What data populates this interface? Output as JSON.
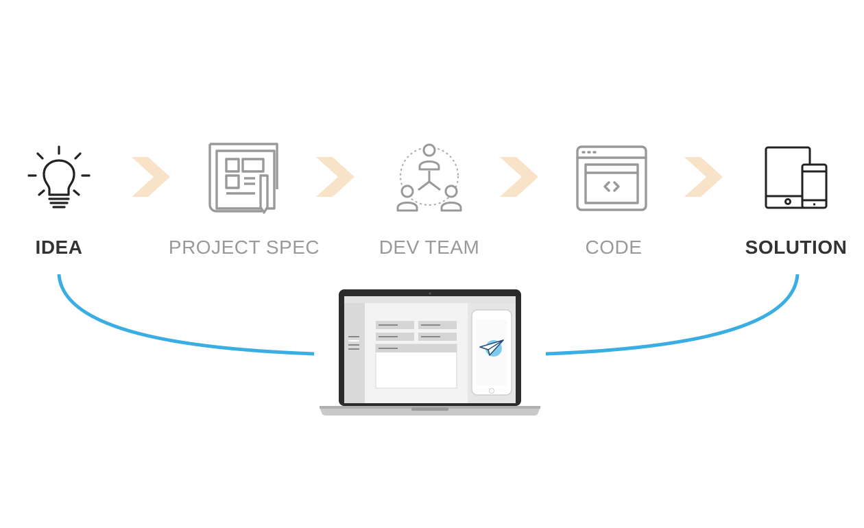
{
  "colors": {
    "active": "#222222",
    "inactive": "#999999",
    "chevron": "#f8e2c8",
    "arc": "#3aaee2",
    "laptop_body": "#2b2b2b",
    "screen_sidebar": "#dcdcdc",
    "screen_content": "#f1f1f1",
    "accent_circle": "#7fcbec"
  },
  "steps": [
    {
      "label": "IDEA",
      "icon": "lightbulb-icon",
      "active": true
    },
    {
      "label": "PROJECT SPEC",
      "icon": "document-spec-icon",
      "active": false
    },
    {
      "label": "DEV TEAM",
      "icon": "team-network-icon",
      "active": false
    },
    {
      "label": "CODE",
      "icon": "code-window-icon",
      "active": false
    },
    {
      "label": "SOLUTION",
      "icon": "tablet-phone-icon",
      "active": true
    }
  ],
  "connector_icon": "chevron-right-icon",
  "device_icon": "laptop-icon",
  "device_app_icon": "paper-plane-icon"
}
